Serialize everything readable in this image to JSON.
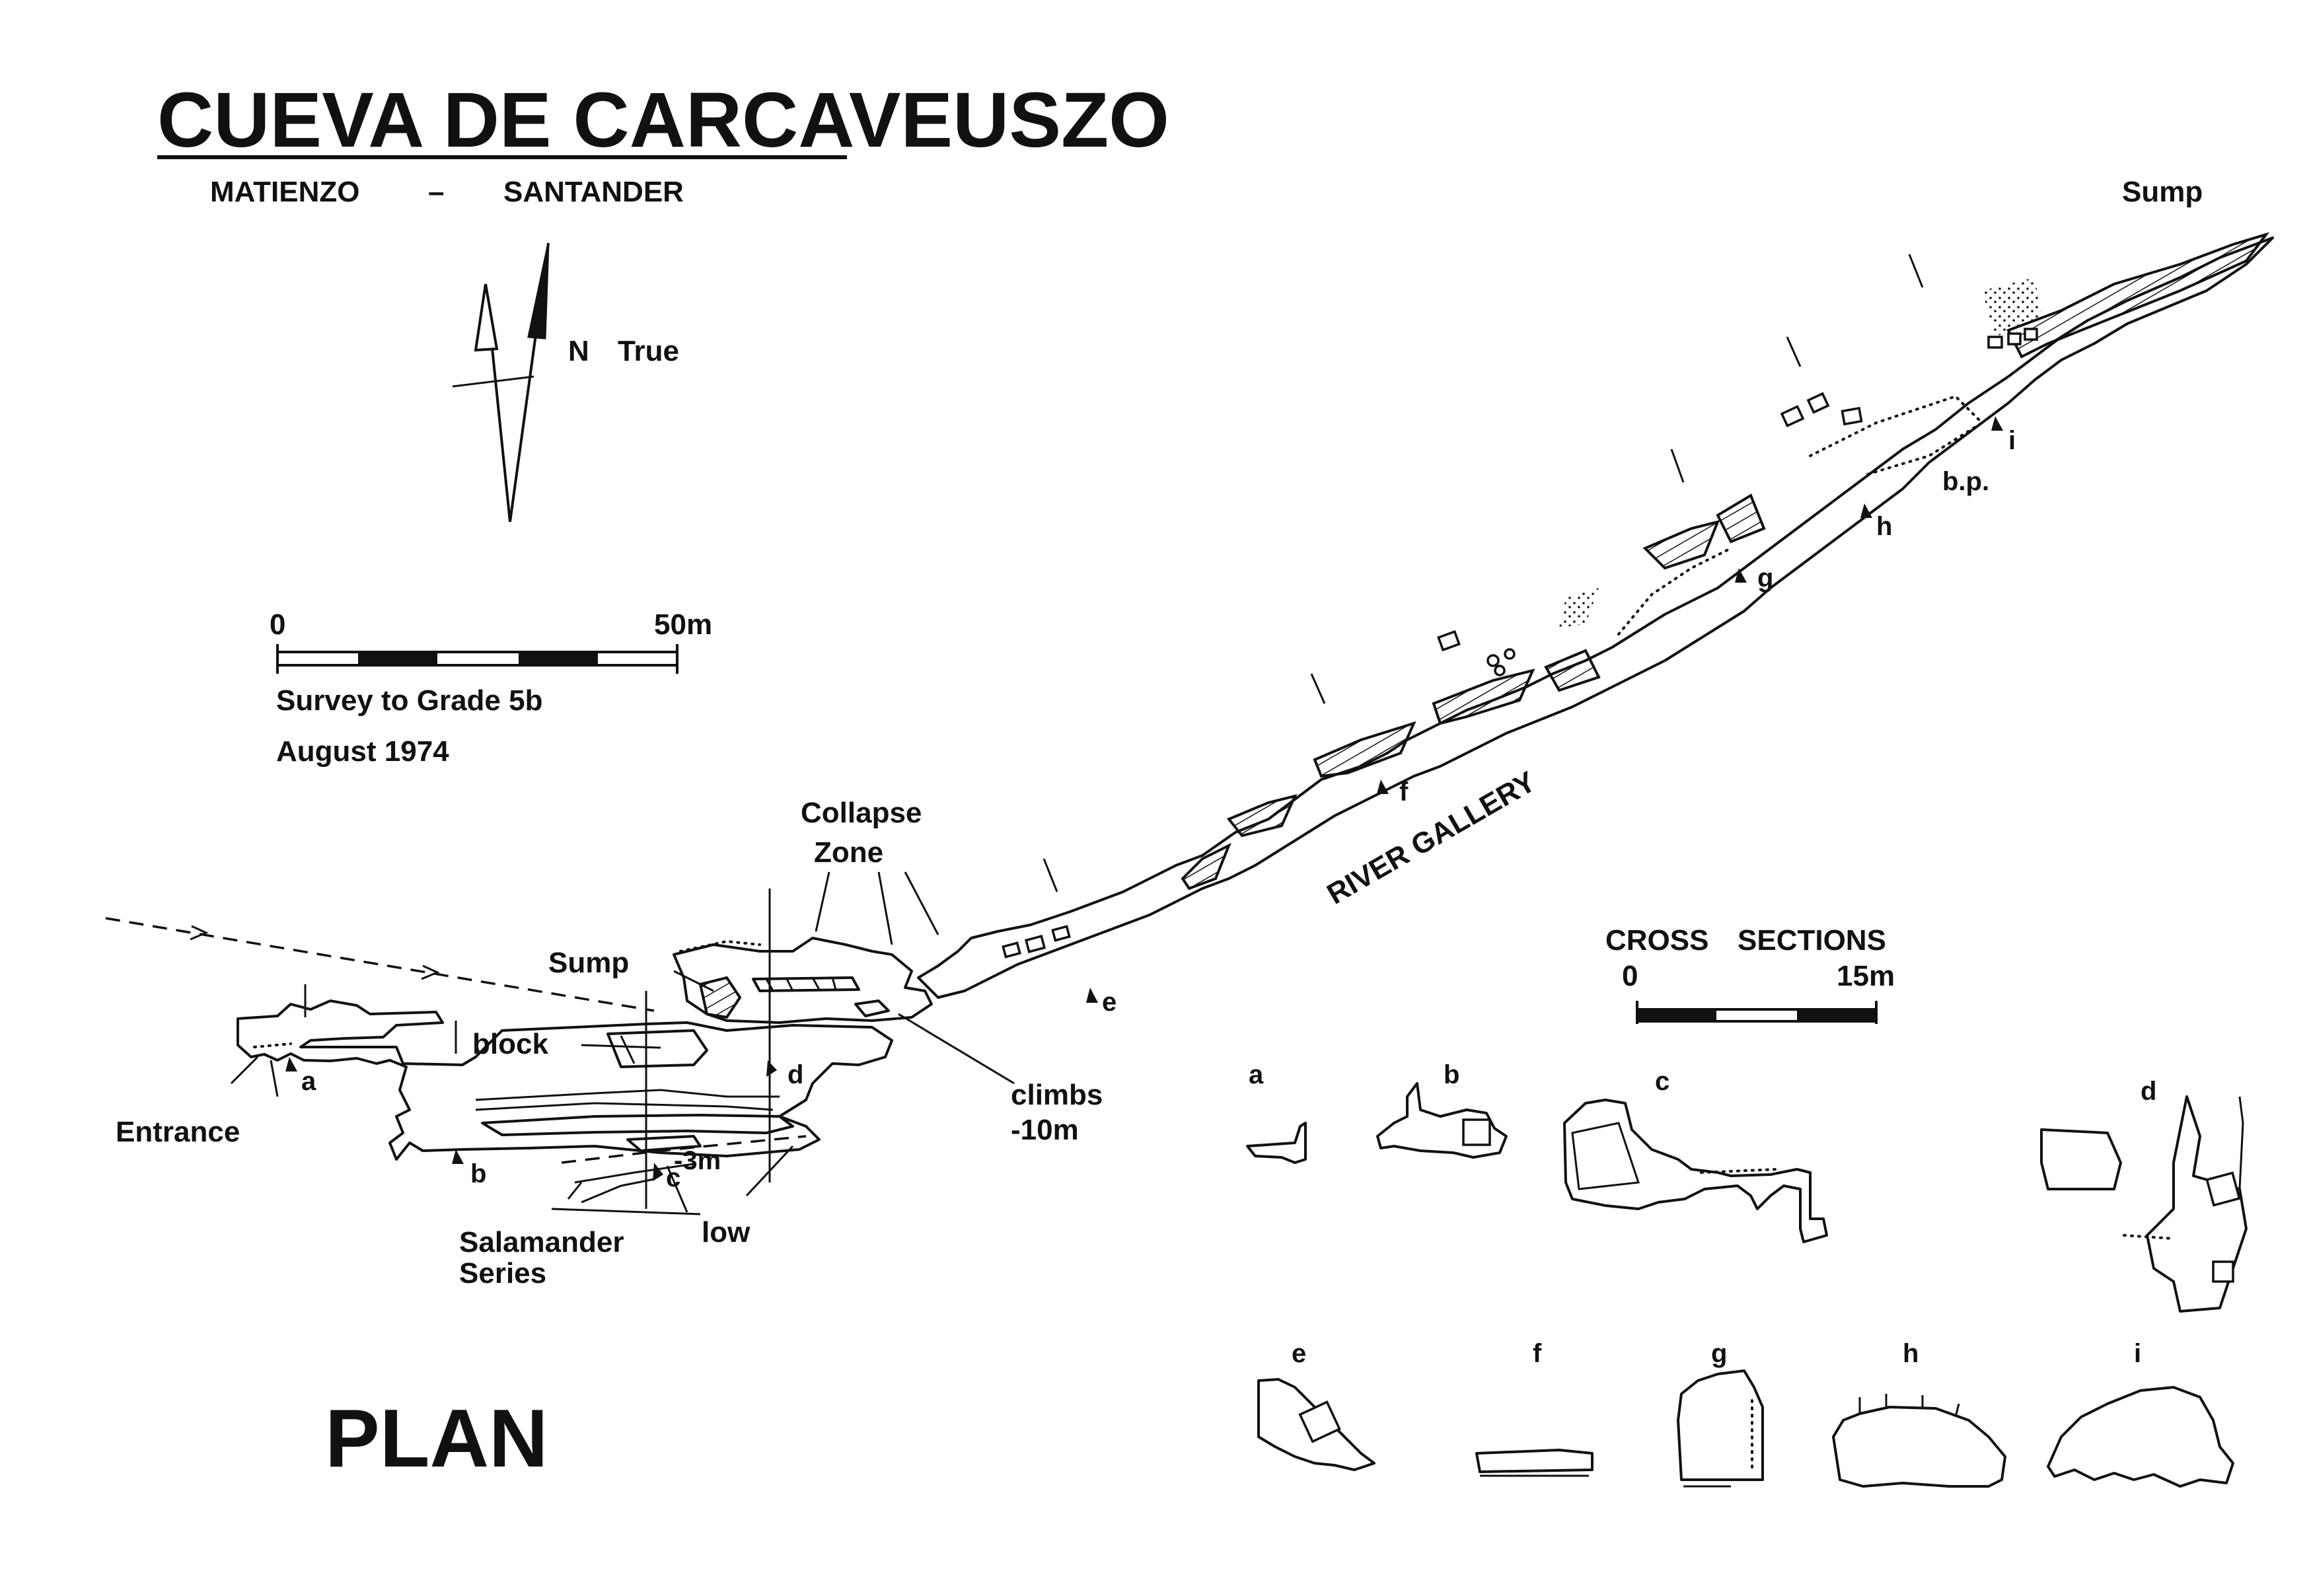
{
  "title": "CUEVA DE CARCAVEUSZO",
  "subtitle_left": "MATIENZO",
  "subtitle_dash": "–",
  "subtitle_right": "SANTANDER",
  "north": {
    "label": "N",
    "true_label": "True"
  },
  "plan_scale": {
    "start": "0",
    "end": "50m"
  },
  "survey_grade": "Survey to Grade 5b",
  "survey_date": "August 1974",
  "plan_label": "PLAN",
  "features": {
    "sump_top": "Sump",
    "sump_lower": "Sump",
    "collapse_1": "Collapse",
    "collapse_2": "Zone",
    "river_gallery": "RIVER GALLERY",
    "block": "block",
    "entrance": "Entrance",
    "climbs_1": "climbs",
    "climbs_2": "-10m",
    "minus_3m": "-3m",
    "low": "low",
    "salamander_1": "Salamander",
    "salamander_2": "Series",
    "bp": "b.p."
  },
  "stations": [
    "a",
    "b",
    "c",
    "d",
    "e",
    "f",
    "g",
    "h",
    "i"
  ],
  "cross_sections": {
    "title_1": "CROSS",
    "title_2": "SECTIONS",
    "scale_start": "0",
    "scale_end": "15m",
    "labels": [
      "a",
      "b",
      "c",
      "d",
      "e",
      "f",
      "g",
      "h",
      "i"
    ]
  },
  "colors": {
    "ink": "#111111",
    "paper": "#ffffff"
  }
}
